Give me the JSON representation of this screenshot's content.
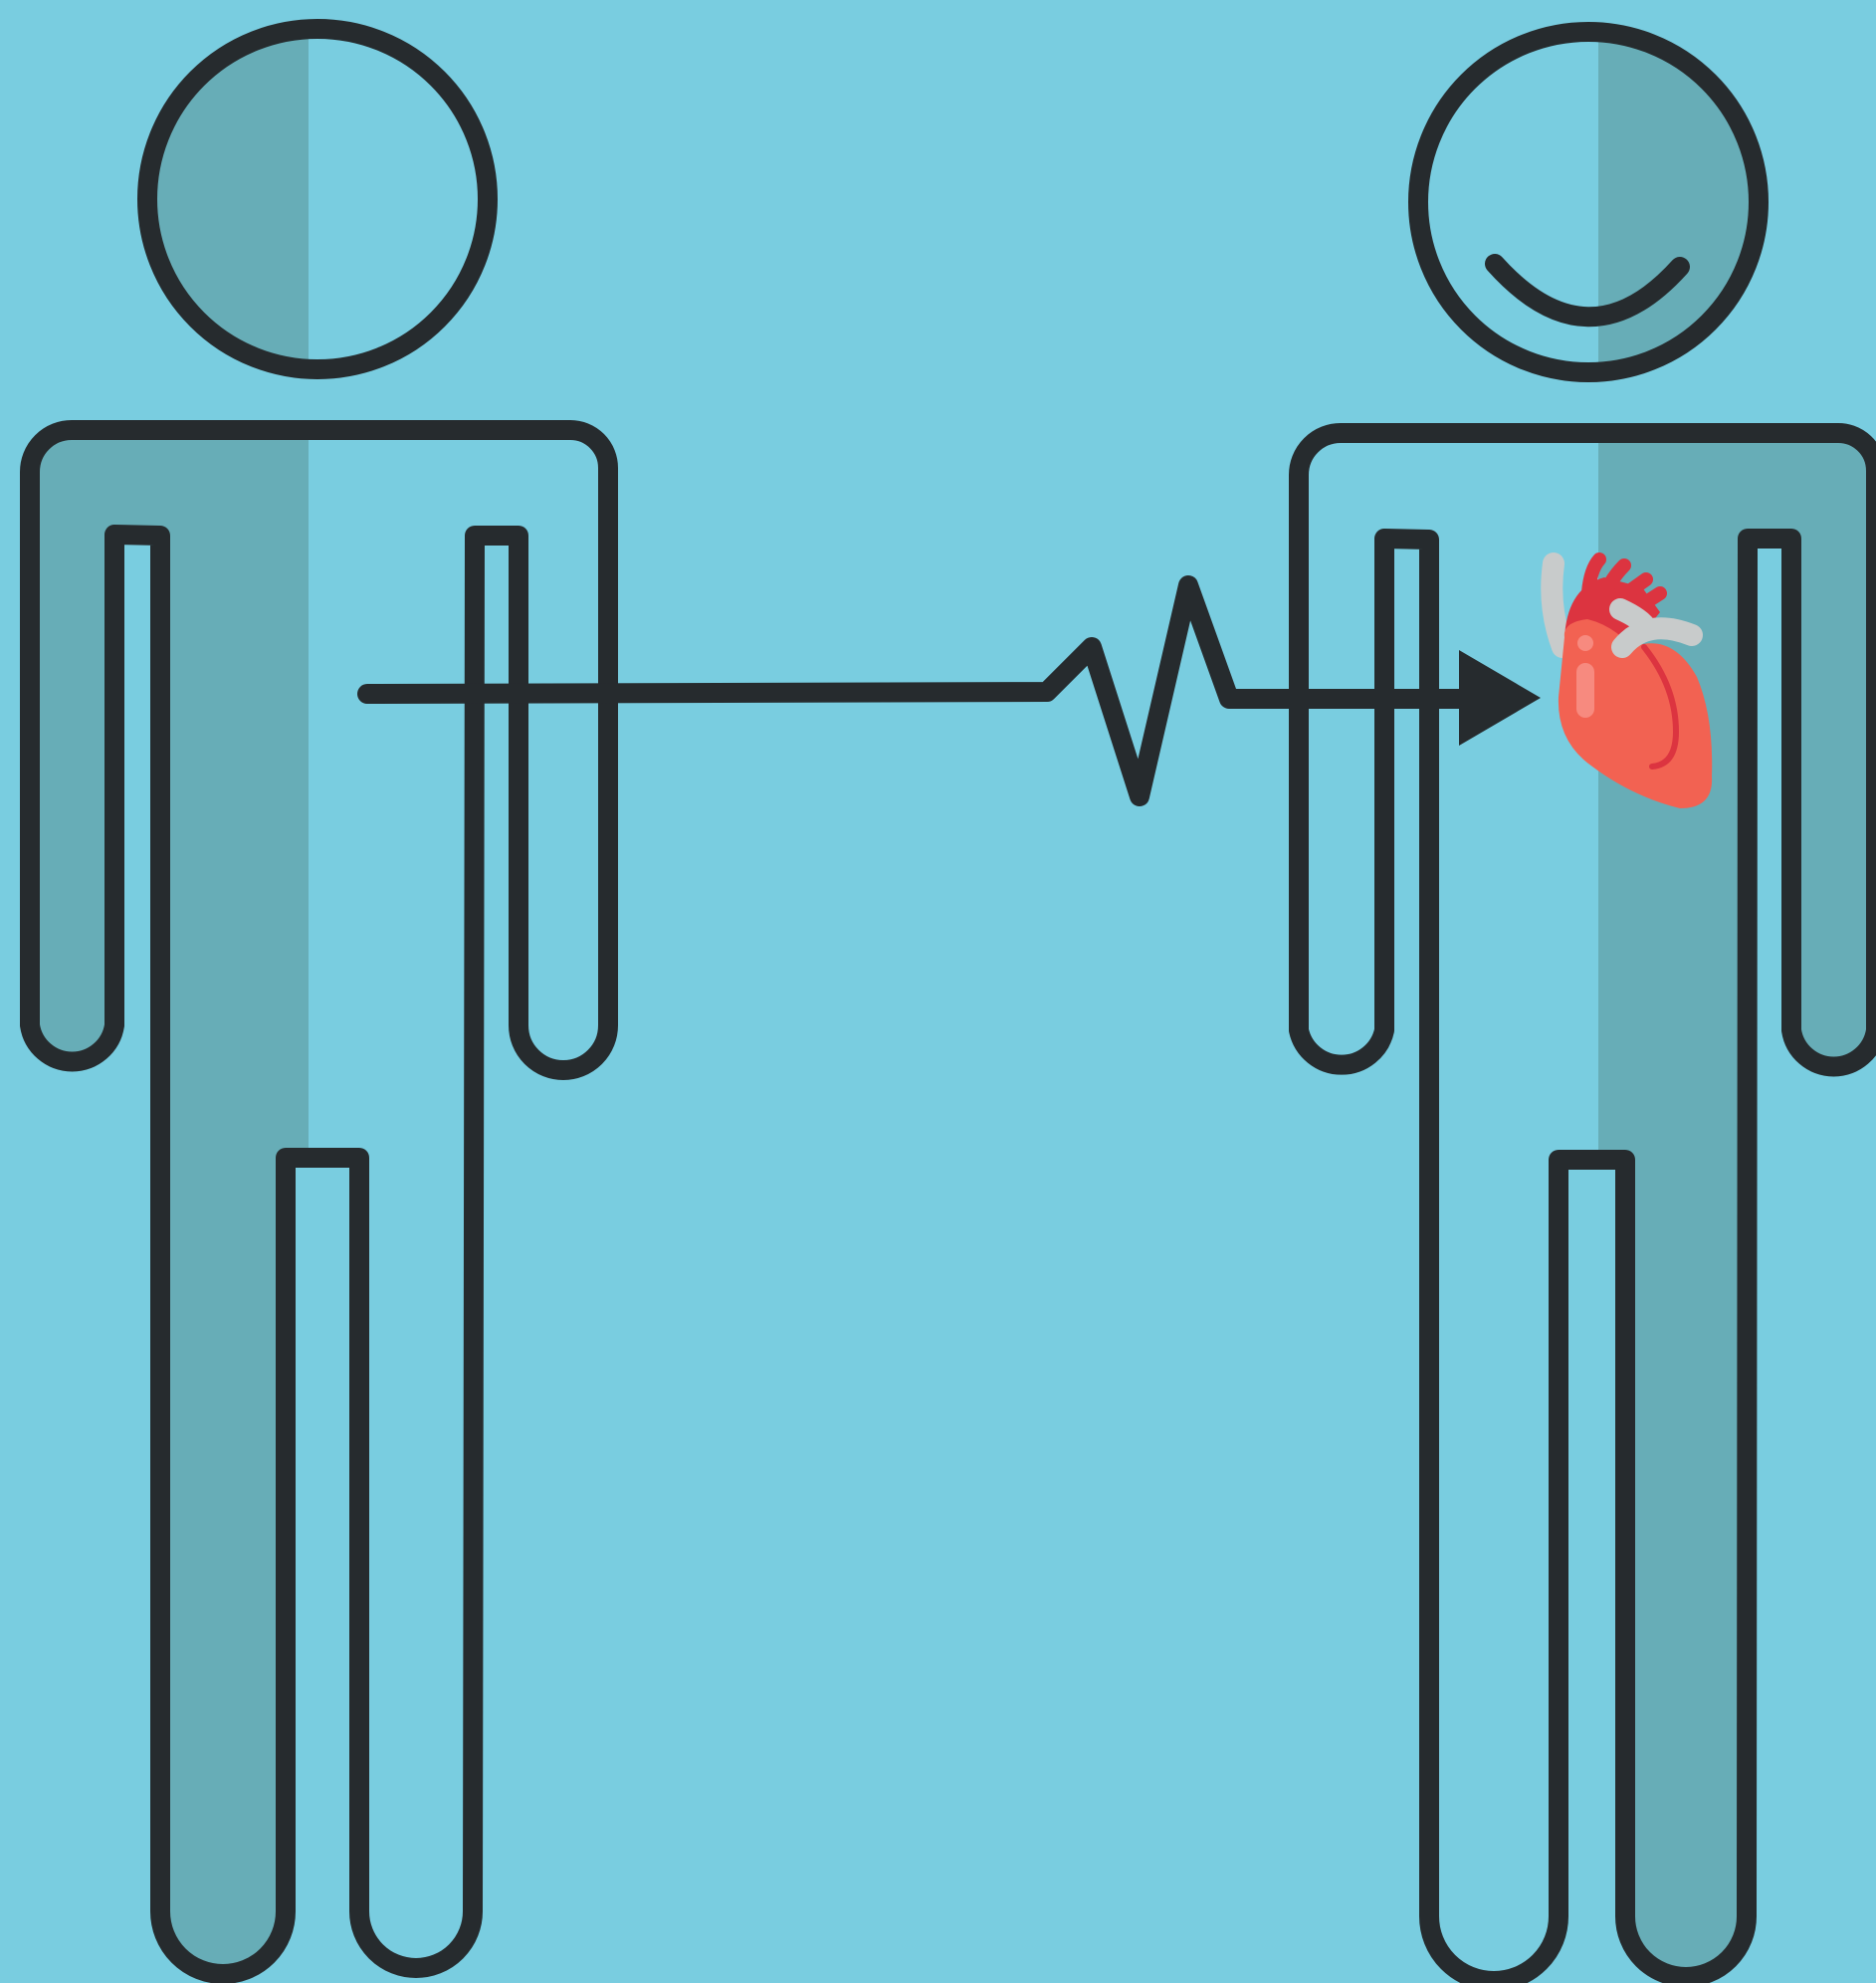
{
  "colors": {
    "background": "#79cde0",
    "shade": "#67adb7",
    "outline": "#262b2e",
    "heart_body": "#f26252",
    "heart_dark": "#dc3440",
    "heart_vessel": "#c8cbcb",
    "heart_highlight": "#f78a7f"
  },
  "figures": [
    {
      "id": "donor",
      "expression": "neutral",
      "shaded_half": "left"
    },
    {
      "id": "recipient",
      "expression": "smile",
      "shaded_half": "right",
      "has_heart": true
    }
  ],
  "connector": {
    "style": "heartbeat-pulse-arrow",
    "from": "donor",
    "to": "recipient-heart"
  },
  "icons": [
    "person-outline-icon",
    "heartbeat-line-icon",
    "arrowhead-icon",
    "heart-organ-icon"
  ]
}
